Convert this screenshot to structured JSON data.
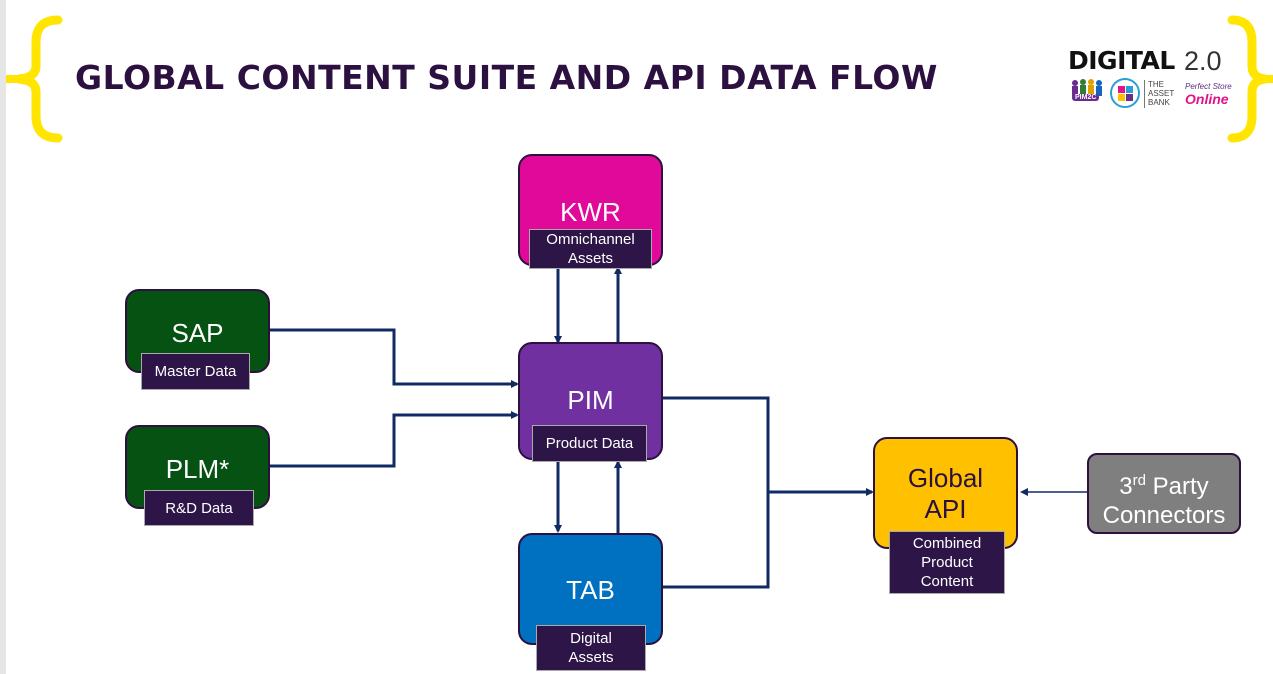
{
  "title": "GLOBAL CONTENT SUITE AND API DATA FLOW",
  "colors": {
    "title": "#2c1140",
    "bracket": "#ffe500",
    "sap_plm": "#065213",
    "pim": "#7030a0",
    "kwr": "#e0099a",
    "tab": "#0070c0",
    "global_api": "#ffc000",
    "third_party": "#7f7f7f",
    "label_box": "#2e1548",
    "arrow": "#102a63"
  },
  "logo": {
    "digital": "DIGITAL",
    "version": "2.0",
    "pim2c": "PIM2C",
    "asset_bank": "THE\nASSET\nBANK",
    "perfect_store": "Perfect Store",
    "online": "Online"
  },
  "nodes": {
    "kwr": {
      "label": "KWR",
      "sublabel": [
        "Omnichannel",
        "Assets"
      ]
    },
    "sap": {
      "label": "SAP",
      "sublabel": [
        "Master Data"
      ]
    },
    "plm": {
      "label": "PLM*",
      "sublabel": [
        "R&D Data"
      ]
    },
    "pim": {
      "label": "PIM",
      "sublabel": [
        "Product Data"
      ]
    },
    "tab": {
      "label": "TAB",
      "sublabel": [
        "Digital",
        "Assets"
      ]
    },
    "global_api": {
      "label": [
        "Global",
        "API"
      ],
      "sublabel": [
        "Combined",
        "Product",
        "Content"
      ]
    },
    "third_party": {
      "label_prefix": "3",
      "label_sup": "rd",
      "label_rest": " Party",
      "label_line2": "Connectors"
    }
  },
  "edges": [
    {
      "from": "sap",
      "to": "pim"
    },
    {
      "from": "plm",
      "to": "pim"
    },
    {
      "from": "pim",
      "to": "kwr"
    },
    {
      "from": "kwr",
      "to": "pim"
    },
    {
      "from": "pim",
      "to": "tab"
    },
    {
      "from": "tab",
      "to": "pim"
    },
    {
      "from": "pim",
      "to": "global_api"
    },
    {
      "from": "tab",
      "to": "global_api"
    },
    {
      "from": "third_party",
      "to": "global_api"
    }
  ]
}
